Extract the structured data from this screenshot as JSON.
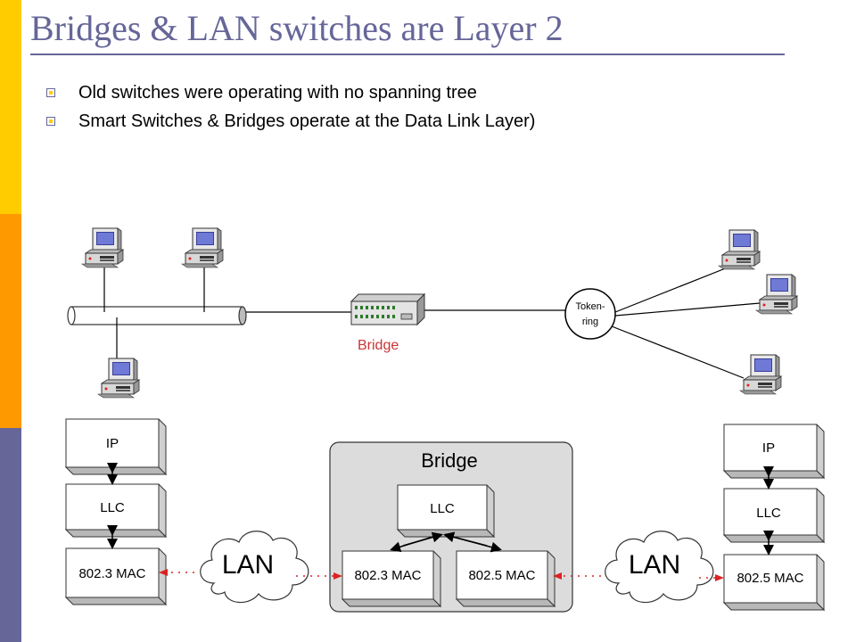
{
  "slide": {
    "title": "Bridges & LAN switches are Layer 2",
    "bullets": [
      "Old switches were operating with no spanning tree",
      "Smart Switches & Bridges operate at the Data Link Layer)"
    ]
  },
  "network_diagram": {
    "bridge_label": "Bridge",
    "token_ring_label_line1": "Token-",
    "token_ring_label_line2": "ring"
  },
  "stack_diagram": {
    "left_stack": {
      "ip": "IP",
      "llc": "LLC",
      "mac": "802.3 MAC"
    },
    "right_stack": {
      "ip": "IP",
      "llc": "LLC",
      "mac": "802.5 MAC"
    },
    "bridge_panel": {
      "title": "Bridge",
      "llc": "LLC",
      "mac_left": "802.3 MAC",
      "mac_right": "802.5 MAC"
    },
    "lan_left": "LAN",
    "lan_right": "LAN"
  },
  "colors": {
    "accent": "#666699",
    "yellow": "#FFCC00",
    "orange": "#FF9900",
    "bridge_text": "#CC3333",
    "dotted_link": "#DD2222"
  }
}
